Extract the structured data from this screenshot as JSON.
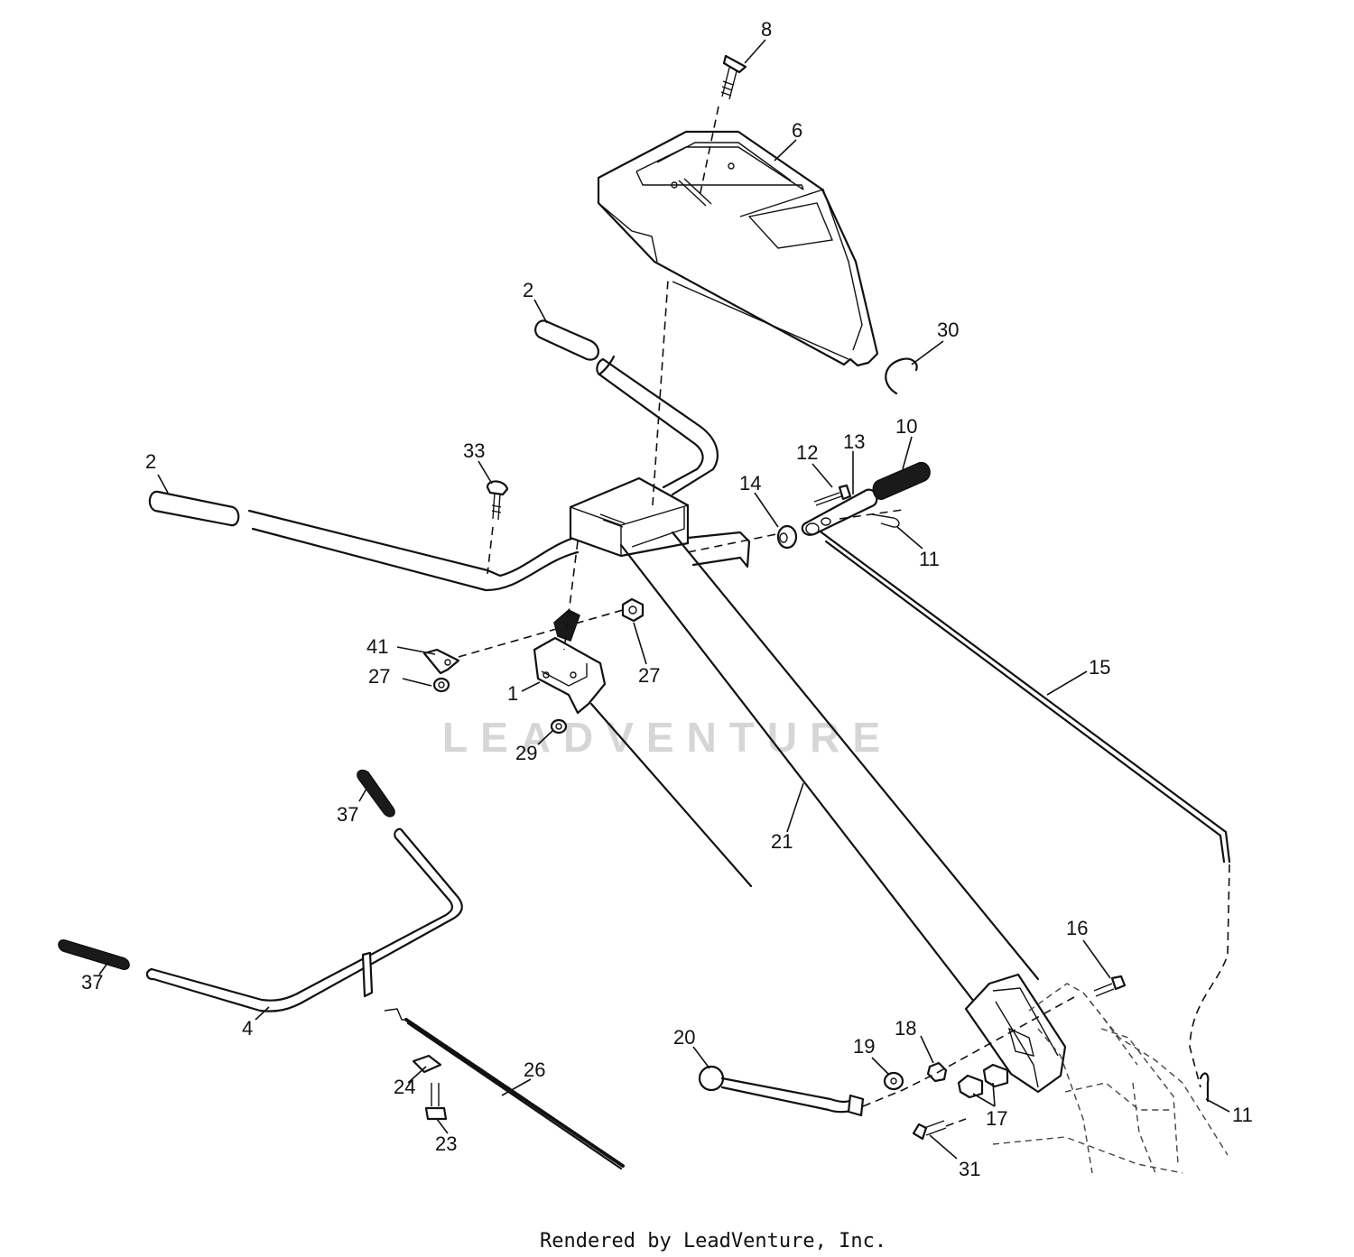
{
  "watermark": {
    "text": "LEADVENTURE"
  },
  "footer": {
    "text": "Rendered by LeadVenture, Inc."
  },
  "callouts": [
    {
      "id": "c8",
      "label": "8"
    },
    {
      "id": "c6",
      "label": "6"
    },
    {
      "id": "c2a",
      "label": "2"
    },
    {
      "id": "c30",
      "label": "30"
    },
    {
      "id": "c2b",
      "label": "2"
    },
    {
      "id": "c33",
      "label": "33"
    },
    {
      "id": "c12",
      "label": "12"
    },
    {
      "id": "c13",
      "label": "13"
    },
    {
      "id": "c10",
      "label": "10"
    },
    {
      "id": "c14",
      "label": "14"
    },
    {
      "id": "c11a",
      "label": "11"
    },
    {
      "id": "c41",
      "label": "41"
    },
    {
      "id": "c27a",
      "label": "27"
    },
    {
      "id": "c1",
      "label": "1"
    },
    {
      "id": "c27b",
      "label": "27"
    },
    {
      "id": "c29",
      "label": "29"
    },
    {
      "id": "c15",
      "label": "15"
    },
    {
      "id": "c37a",
      "label": "37"
    },
    {
      "id": "c21",
      "label": "21"
    },
    {
      "id": "c37b",
      "label": "37"
    },
    {
      "id": "c4",
      "label": "4"
    },
    {
      "id": "c16",
      "label": "16"
    },
    {
      "id": "c20",
      "label": "20"
    },
    {
      "id": "c18",
      "label": "18"
    },
    {
      "id": "c19",
      "label": "19"
    },
    {
      "id": "c26",
      "label": "26"
    },
    {
      "id": "c24",
      "label": "24"
    },
    {
      "id": "c17",
      "label": "17"
    },
    {
      "id": "c11b",
      "label": "11"
    },
    {
      "id": "c23",
      "label": "23"
    },
    {
      "id": "c31",
      "label": "31"
    }
  ]
}
